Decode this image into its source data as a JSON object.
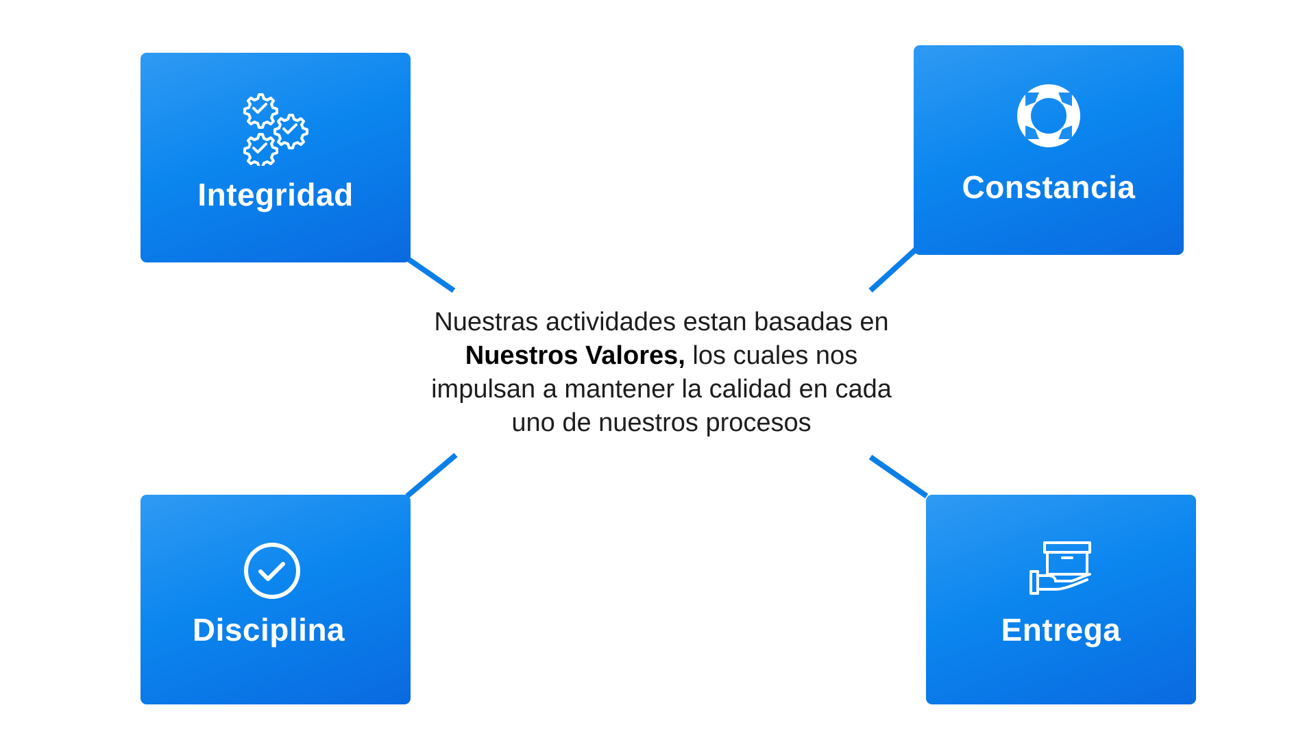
{
  "colors": {
    "card_light": "#2f9af3",
    "card_mid": "#0b86ef",
    "card_dark": "#0a6ae0",
    "connector": "#0b7fe8",
    "text": "#1d1d1d"
  },
  "center": {
    "line1": "Nuestras actividades estan basadas en",
    "bold": "Nuestros Valores,",
    "line2_rest": " los cuales nos",
    "line3": "impulsan a mantener la calidad en cada",
    "line4": "uno de nuestros procesos"
  },
  "values": [
    {
      "label": "Integridad",
      "icon": "gears-check-icon"
    },
    {
      "label": "Constancia",
      "icon": "cycle-arrows-icon"
    },
    {
      "label": "Disciplina",
      "icon": "check-circle-icon"
    },
    {
      "label": "Entrega",
      "icon": "box-hand-icon"
    }
  ]
}
